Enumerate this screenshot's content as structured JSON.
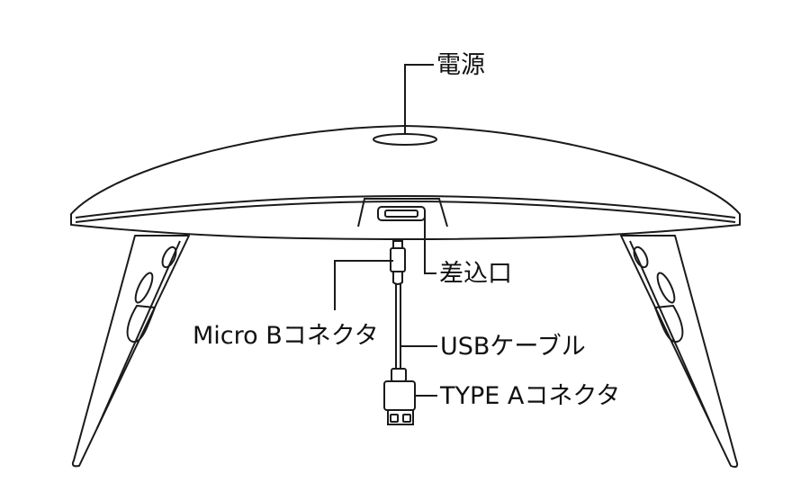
{
  "labels": {
    "power": "電源",
    "port": "差込口",
    "micro_b": "Micro Bコネクタ",
    "usb_cable": "USBケーブル",
    "type_a": "TYPE Aコネクタ"
  },
  "colors": {
    "stroke": "#1a1a1a",
    "text": "#111111",
    "background": "#ffffff"
  }
}
